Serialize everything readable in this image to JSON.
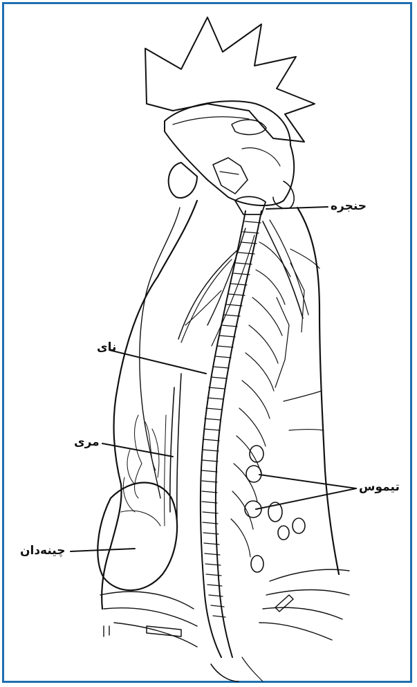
{
  "labels": {
    "larynx": "حنجره",
    "trachea": "نای",
    "esophagus": "مری",
    "thymus": "تیموس",
    "crop": "چینه‌دان"
  },
  "colors": {
    "frame": "#1f6fb0",
    "ink": "#111111",
    "background": "#ffffff"
  }
}
